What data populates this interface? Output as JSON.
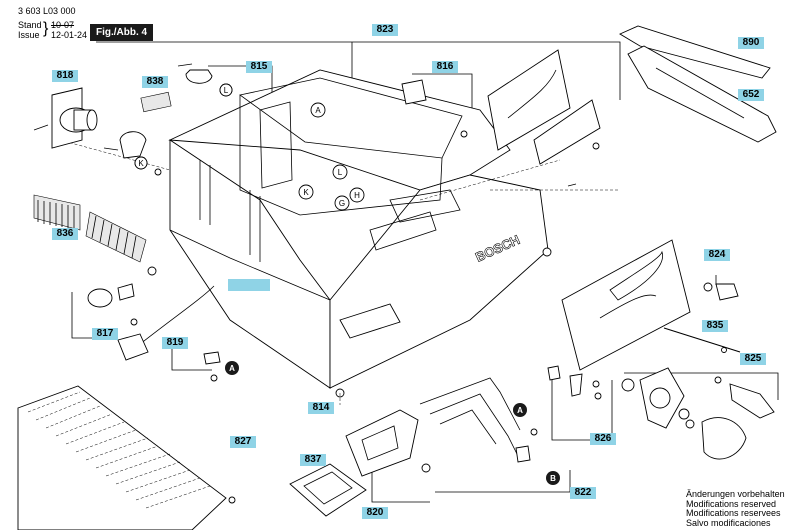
{
  "header": {
    "part_number": "3 603 L03 000",
    "stand_label": "Stand",
    "issue_label": "Issue",
    "stand_value": "10-07",
    "issue_value": "12-01-24",
    "figure_label": "Fig./Abb. 4"
  },
  "callouts": {
    "c818": "818",
    "c838": "838",
    "c815": "815",
    "c823": "823",
    "c816": "816",
    "c890": "890",
    "c652": "652",
    "c836": "836",
    "c824": "824",
    "c835": "835",
    "c817": "817",
    "c819": "819",
    "c825": "825",
    "c814": "814",
    "c826": "826",
    "c827": "827",
    "c837": "837",
    "c822": "822",
    "c820": "820"
  },
  "circle_labels": {
    "L": "L",
    "K": "K",
    "A": "A",
    "H": "H",
    "G": "G",
    "B": "B"
  },
  "brand_mark": "BOSCH",
  "footer_notes": [
    "Änderungen vorbehalten",
    "Modifications reserved",
    "Modifications reservees",
    "Salvo modificaciones"
  ]
}
